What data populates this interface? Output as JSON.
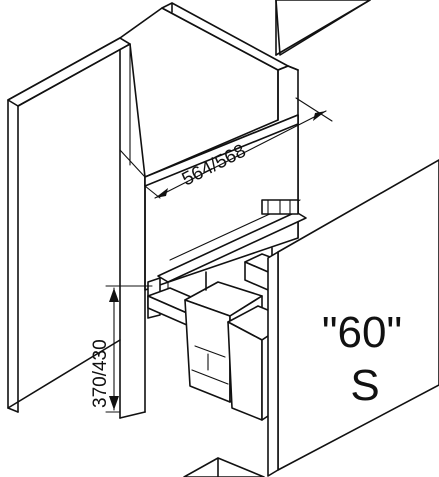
{
  "dimensions": {
    "depth_label": "564/568",
    "height_label": "370/430"
  },
  "door_label": {
    "line1": "\"60\"",
    "line2": "S"
  }
}
